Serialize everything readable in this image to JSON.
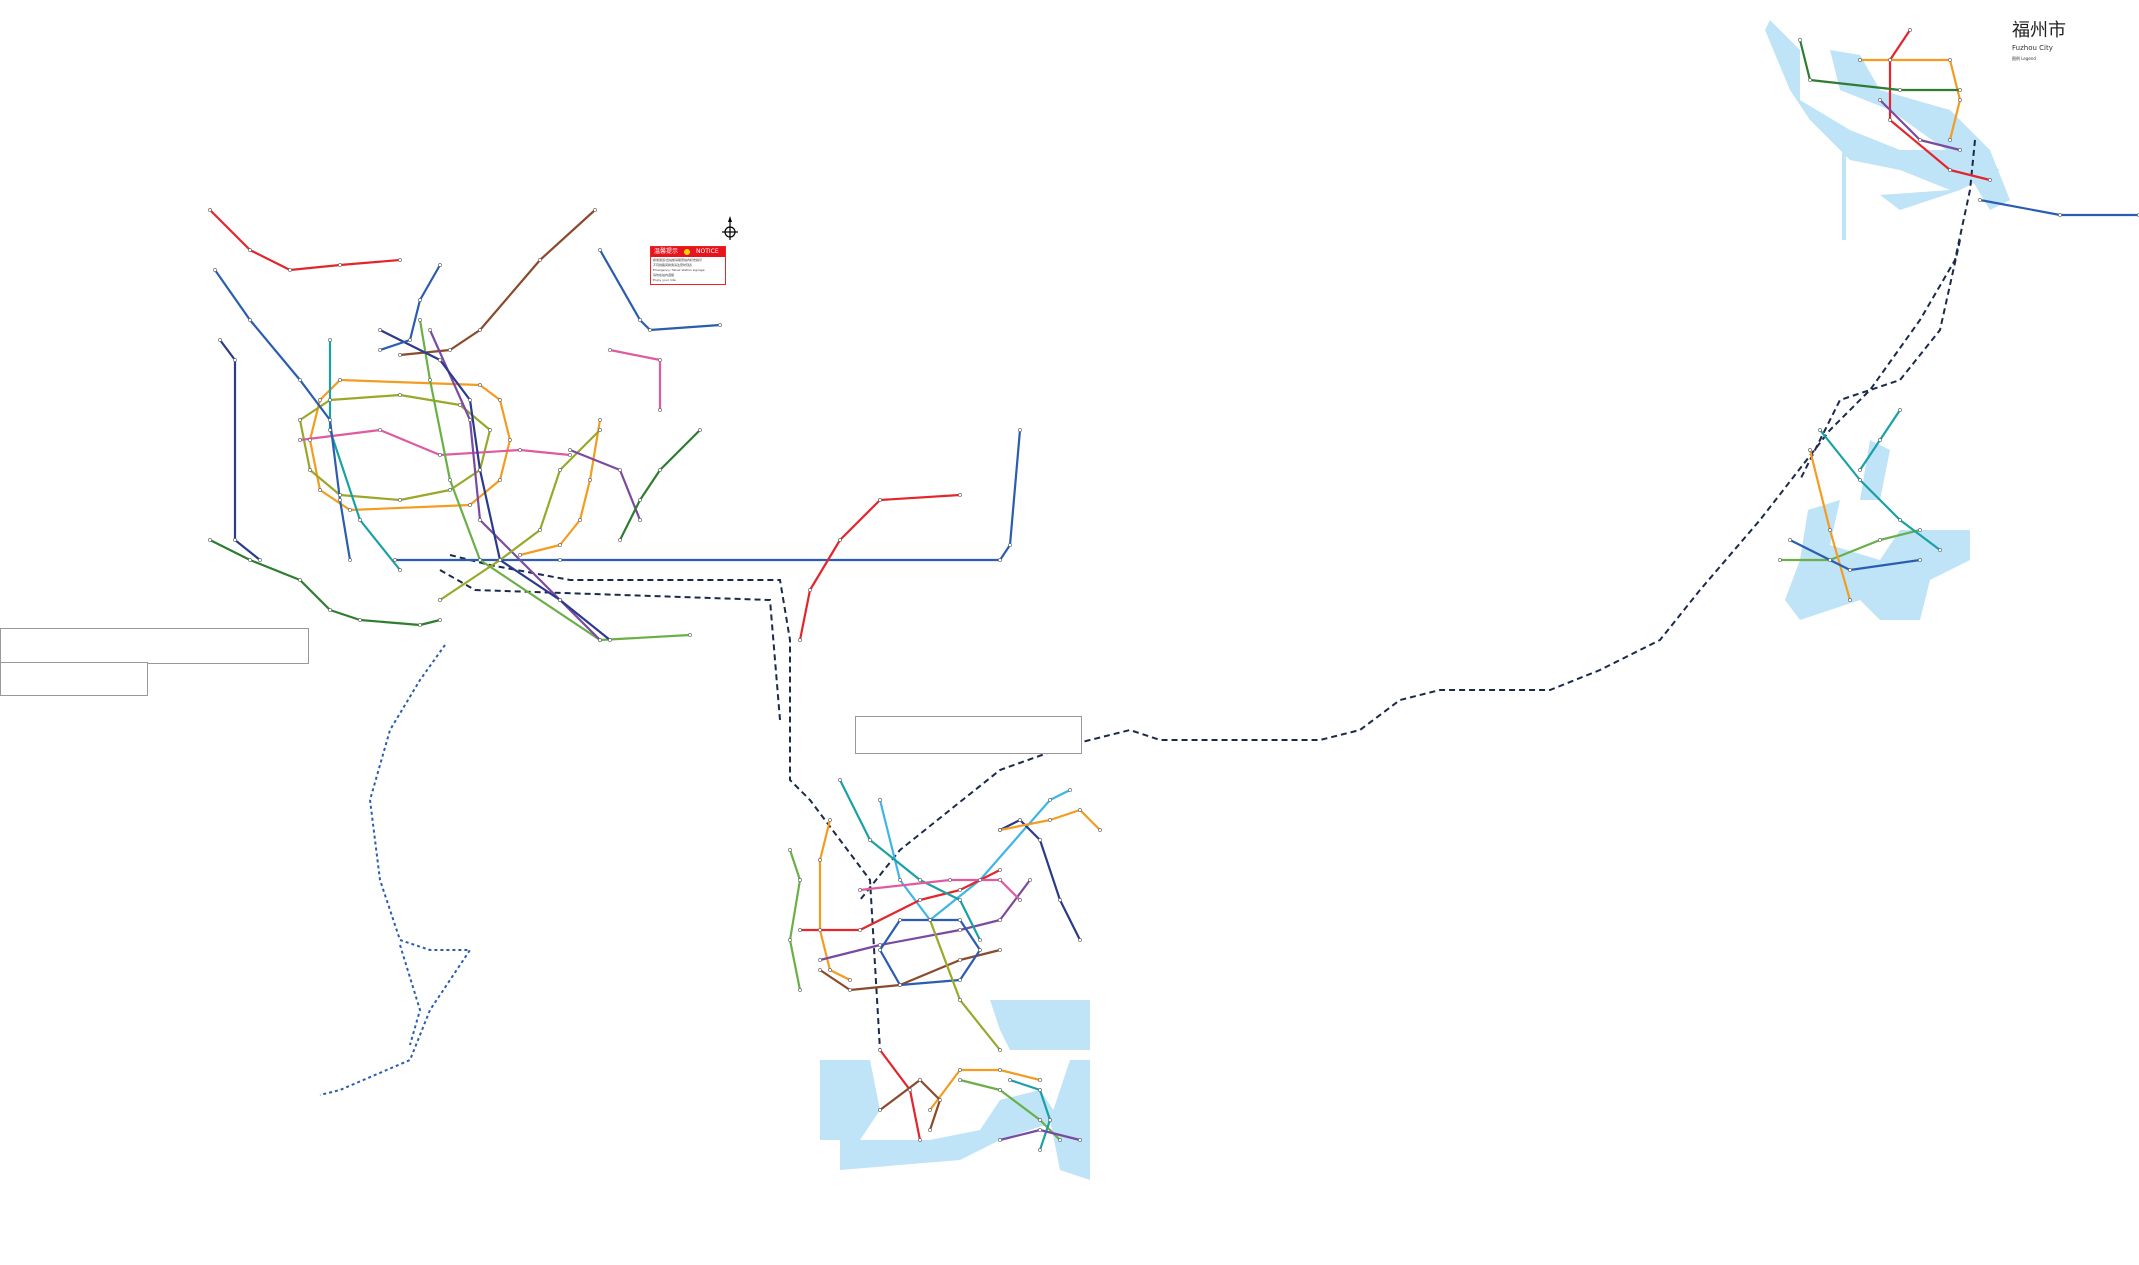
{
  "fuzhou": {
    "title": "福州市",
    "subtitle": "Fuzhou City",
    "legend_title": "图例 Legend"
  },
  "notice": {
    "title_cn": "温馨提示",
    "title_en": "NOTICE",
    "lines": [
      "换乘通道/出站前请留意站内标志指引",
      "不同线路间换乘请注意时刻表",
      "Emergency: follow station signage",
      "请勿在站内逗留",
      "Enjoy your ride"
    ]
  },
  "colors": {
    "water": "#bfe3f7",
    "intercity": "#1a2a4a",
    "red": "#e3262b",
    "blue": "#2a5db0",
    "orange": "#f39c20",
    "green": "#6ab046",
    "teal": "#19a1a6",
    "purple": "#7b4aa0",
    "brown": "#8b4a2b",
    "pink": "#e05aa0",
    "olive": "#9aa82a",
    "darkgreen": "#2e7d32",
    "navy": "#2b3a8c",
    "lightblue": "#3fb5e6"
  }
}
